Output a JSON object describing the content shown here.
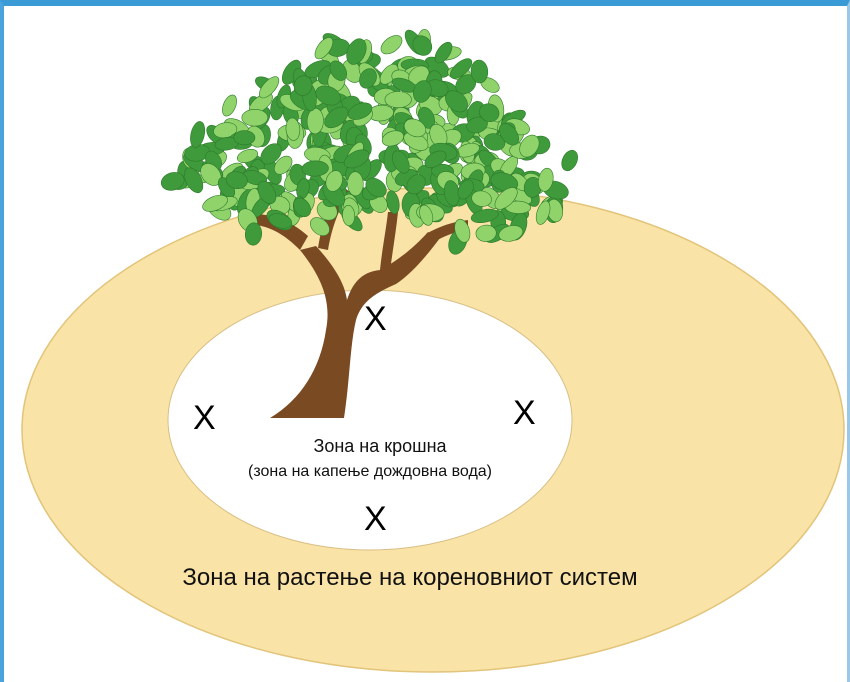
{
  "diagram": {
    "crown_zone_title": "Зона на крошна",
    "crown_zone_subtitle": "(зона на капење дождовна вода)",
    "root_zone_label": "Зона на растење на кореновниот систем",
    "markers": [
      "X",
      "X",
      "X",
      "X"
    ]
  },
  "colors": {
    "root_zone_fill": "#f9e3a6",
    "crown_zone_fill": "#ffffff",
    "trunk": "#7a4a22",
    "leaf_dark": "#3e9a3a",
    "leaf_light": "#8fd36a",
    "frame_accent": "#3a9ad6"
  }
}
